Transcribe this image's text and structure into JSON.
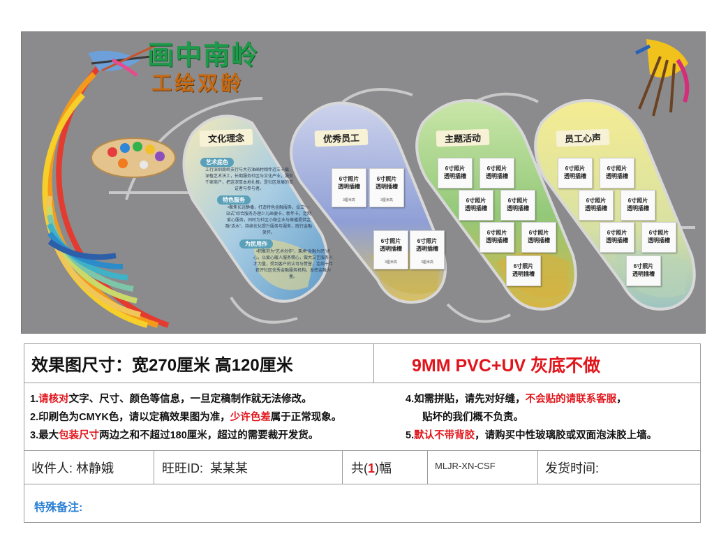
{
  "board": {
    "title_main": "画中南岭",
    "title_sub": "工绘双龄",
    "sections": [
      {
        "title": "文化理念"
      },
      {
        "title": "优秀员工"
      },
      {
        "title": "主题活动"
      },
      {
        "title": "员工心声"
      }
    ],
    "culture_tags": [
      "艺术底色",
      "特色服务",
      "为民用作"
    ],
    "culture_paras": [
      "工行深圳南岭支行与大芬油画村相伴近三十载，深植艺术沃土，长期服务社区与文化产业，服务千家商户，把这深厚本地扎根，是社区发展的见证者与参与者。",
      "•聚焦长远静播，打造特色金融服务，设立“一站式”综合服务办理少儿画便卡，新年卡，定制爱心服务，同时为社区小微企业与摊播提供金融“活水”，持续优化提升服务与服务，践行金融笑怀。",
      "•积聚劳为“艺术创作”，秉承“金融为民”初心，以爱心暖人服务精心，做大文艺服务人才力量，受到客户的认可与赞誉，连续十年获评社区优秀金融服务机构，发挥金融力量。"
    ],
    "photo_label_line1": "6寸照片",
    "photo_label_line2": "透明插槽",
    "photo_caption": "3厘米高"
  },
  "info": {
    "size_text": "效果图尺寸：宽270厘米  高120厘米",
    "material_text": "9MM PVC+UV 灰底不做",
    "notes": {
      "n1_a": "1.",
      "n1_red": "请核对",
      "n1_b": "文字、尺寸、颜色等信息，一旦定稿制作就无法修改。",
      "n2_a": "2.印刷色为CMYK色，请以定稿效果图为准，",
      "n2_red": "少许色差",
      "n2_b": "属于正常现象。",
      "n3_a": "3.最大",
      "n3_red": "包装尺寸",
      "n3_b": "两边之和不超过180厘米，超过的需要裁开发货。",
      "n4_a": "4.如需拼贴，请先对好缝，",
      "n4_red": "不会贴的请联系客服",
      "n4_b": "，",
      "n4_line2": "贴坏的我们概不负责。",
      "n5_a": "5.",
      "n5_red": "默认不带背胶",
      "n5_b": "，请购买中性玻璃胶或双面泡沫胶上墙。"
    },
    "recipient_label": "收件人:",
    "recipient_value": "林静娥",
    "wangwang_label": "旺旺ID:",
    "wangwang_value": "某某某",
    "count_prefix": "共(",
    "count_value": "1",
    "count_suffix": ")幅",
    "code": "MLJR-XN-CSF",
    "ship_label": "发货时间:",
    "remark_label": "特殊备注:"
  },
  "colors": {
    "board_bg": "#8b8b8d",
    "red": "#e0151b",
    "blue": "#2a7fd4",
    "green_title": "#1f9a4a",
    "orange_title": "#c46a16"
  }
}
